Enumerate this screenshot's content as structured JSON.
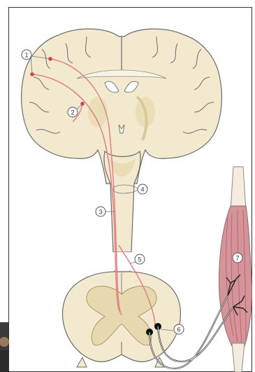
{
  "colors": {
    "tissue": "#f2e9cf",
    "tissue_dark": "#e7d8ad",
    "outline": "#6b6b6b",
    "upper_motor_tract": "#e07f8a",
    "lower_motor_nerve": "#222222",
    "muscle": "#d4949a",
    "muscle_fiber": "#b04a5a",
    "tendon": "#f4ecdf",
    "callout_fill": "#ffffff",
    "callout_stroke": "#555555"
  },
  "callouts": [
    {
      "label": "1"
    },
    {
      "label": "2"
    },
    {
      "label": "3"
    },
    {
      "label": "4"
    },
    {
      "label": "5"
    },
    {
      "label": "6"
    },
    {
      "label": "7"
    }
  ],
  "icons": {
    "avatar": "person-photo-thumbnail"
  }
}
